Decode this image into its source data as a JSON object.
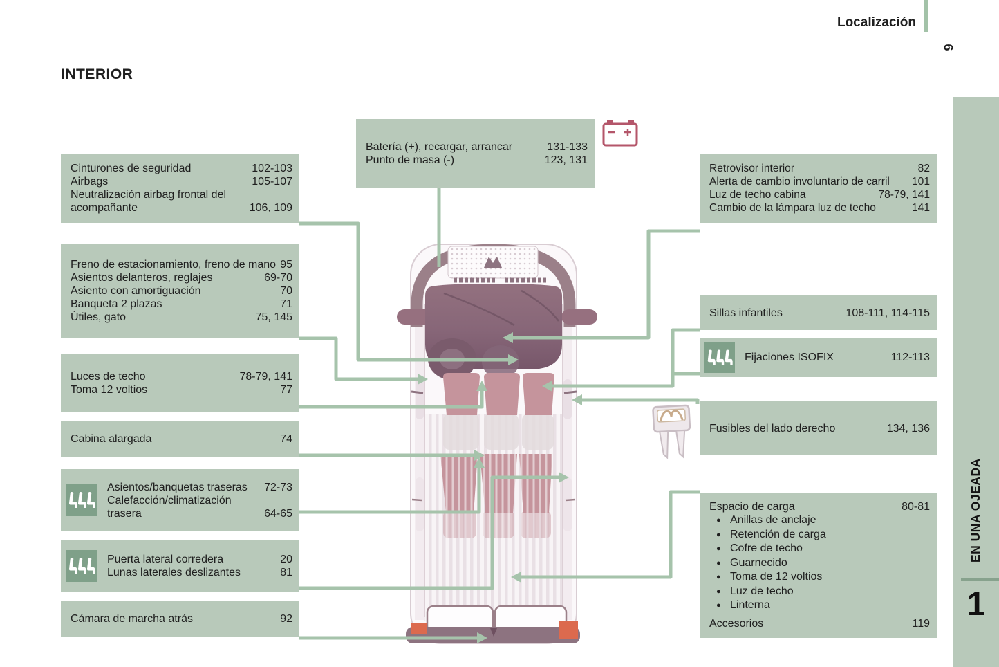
{
  "page": {
    "section_title": "Localización",
    "page_number": "9",
    "heading": "INTERIOR",
    "sidebar": {
      "label": "EN UNA OJEADA",
      "chapter": "1"
    }
  },
  "colors": {
    "callout_box": "#b8c9ba",
    "icon_square": "#7fa089",
    "connector_line": "#a6c3ab",
    "battery_icon_outline": "#b4566a",
    "accent_orange": "#dc6a4e"
  },
  "icons": {
    "rear_seats": "rear-seats-icon",
    "isofix": "isofix-seats-icon",
    "battery": "battery-icon",
    "fuse": "fuse-icon"
  },
  "callouts": {
    "battery": {
      "rows": [
        {
          "label": "Batería (+), recargar, arrancar",
          "pages": "131-133"
        },
        {
          "label": "Punto de masa (-)",
          "pages": "123, 131"
        }
      ]
    },
    "seatbelts": {
      "rows": [
        {
          "label": "Cinturones de seguridad",
          "pages": "102-103"
        },
        {
          "label": "Airbags",
          "pages": "105-107"
        },
        {
          "label": "Neutralización airbag frontal del acompañante",
          "pages": "106, 109"
        }
      ]
    },
    "parking_brake": {
      "rows": [
        {
          "label": "Freno de estacionamiento, freno de mano",
          "pages": "95"
        },
        {
          "label": "Asientos delanteros, reglajes",
          "pages": "69-70"
        },
        {
          "label": "Asiento con amortiguación",
          "pages": "70"
        },
        {
          "label": "Banqueta 2 plazas",
          "pages": "71"
        },
        {
          "label": "Útiles, gato",
          "pages": "75, 145"
        }
      ]
    },
    "roof_lights": {
      "rows": [
        {
          "label": "Luces de techo",
          "pages": "78-79, 141"
        },
        {
          "label": "Toma 12 voltios",
          "pages": "77"
        }
      ]
    },
    "extended_cab": {
      "rows": [
        {
          "label": "Cabina alargada",
          "pages": "74"
        }
      ]
    },
    "rear_seats": {
      "rows": [
        {
          "label": "Asientos/banquetas traseras",
          "pages": "72-73"
        },
        {
          "label": "Calefacción/climatización trasera",
          "pages": "64-65"
        }
      ]
    },
    "sliding_door": {
      "rows": [
        {
          "label": "Puerta lateral corredera",
          "pages": "20"
        },
        {
          "label": "Lunas laterales deslizantes",
          "pages": "81"
        }
      ]
    },
    "rear_camera": {
      "rows": [
        {
          "label": "Cámara de marcha atrás",
          "pages": "92"
        }
      ]
    },
    "interior_mirror": {
      "rows": [
        {
          "label": "Retrovisor interior",
          "pages": "82"
        },
        {
          "label": "Alerta de cambio involuntario de carril",
          "pages": "101"
        },
        {
          "label": "Luz de techo cabina",
          "pages": "78-79, 141"
        },
        {
          "label": "Cambio de la lámpara luz de techo",
          "pages": "141"
        }
      ]
    },
    "child_seats": {
      "rows": [
        {
          "label": "Sillas infantiles",
          "pages": "108-111, 114-115"
        }
      ]
    },
    "isofix": {
      "rows": [
        {
          "label": "Fijaciones ISOFIX",
          "pages": "112-113"
        }
      ]
    },
    "right_fuses": {
      "rows": [
        {
          "label": "Fusibles del lado derecho",
          "pages": "134, 136"
        }
      ]
    },
    "cargo_space": {
      "rows": [
        {
          "label": "Espacio de carga",
          "pages": "80-81"
        },
        {
          "label": "Anillas de anclaje",
          "bullet": true
        },
        {
          "label": "Retención de carga",
          "bullet": true
        },
        {
          "label": "Cofre de techo",
          "bullet": true
        },
        {
          "label": "Guarnecido",
          "bullet": true
        },
        {
          "label": "Toma de 12 voltios",
          "bullet": true
        },
        {
          "label": "Luz de techo",
          "bullet": true
        },
        {
          "label": "Linterna",
          "bullet": true
        },
        {
          "label": "Accesorios",
          "pages": "119",
          "footer": true
        }
      ]
    }
  }
}
